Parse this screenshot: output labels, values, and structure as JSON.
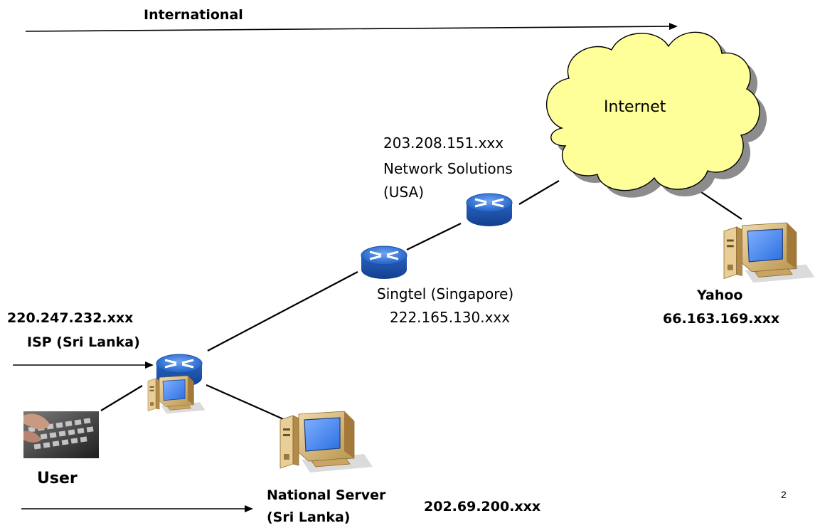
{
  "labels": {
    "international": "International",
    "internet": "Internet",
    "network_solutions_ip": "203.208.151.xxx",
    "network_solutions_name": "Network Solutions",
    "network_solutions_country": "(USA)",
    "singtel_name": "Singtel (Singapore)",
    "singtel_ip": "222.165.130.xxx",
    "yahoo_name": "Yahoo",
    "yahoo_ip": "66.163.169.xxx",
    "isp_ip": "220.247.232.xxx",
    "isp_name": "ISP (Sri Lanka)",
    "user": "User",
    "national_server_line1": "National Server",
    "national_server_line2": "(Sri Lanka)",
    "national_server_ip": "202.69.200.xxx",
    "page_number": "2"
  },
  "colors": {
    "cloud_fill": "#ffff99",
    "cloud_shadow": "#8c8c8c",
    "router_blue": "#2e6fd1",
    "monitor_beige": "#d9b878",
    "monitor_screen": "#4d8cf0"
  },
  "icons": {
    "router": "router-icon",
    "computer": "computer-icon",
    "cloud": "cloud-icon",
    "keyboard": "keyboard-photo"
  }
}
